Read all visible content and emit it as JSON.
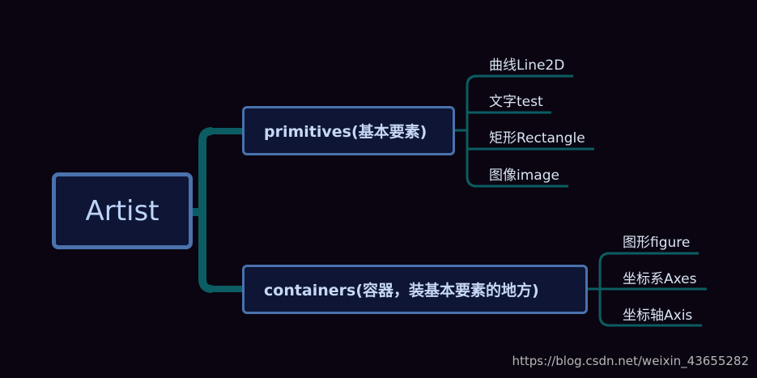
{
  "root": {
    "label": "Artist"
  },
  "branches": [
    {
      "label": "primitives(基本要素)",
      "children": [
        "曲线Line2D",
        "文字test",
        "矩形Rectangle",
        "图像image"
      ]
    },
    {
      "label": "containers(容器，装基本要素的地方)",
      "children": [
        "图形figure",
        "坐标系Axes",
        "坐标轴Axis"
      ]
    }
  ],
  "watermark": "https://blog.csdn.net/weixin_43655282",
  "colors": {
    "background": "#0a0510",
    "node_fill": "#0e1535",
    "node_border": "#4a72ad",
    "connector": "#0b5d63",
    "text": "#c6d8f5"
  }
}
